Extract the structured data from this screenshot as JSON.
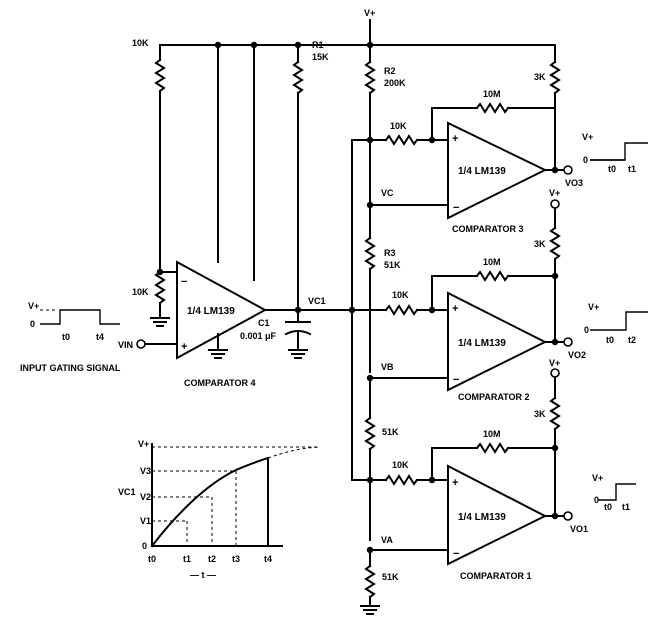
{
  "supply": {
    "vplus": "V+"
  },
  "resistors": {
    "r_10k_left": "10K",
    "r1_name": "R1",
    "r1_value": "15K",
    "r2_name": "R2",
    "r2_value": "200K",
    "r3_name": "R3",
    "r3_value": "51K",
    "r_51k_mid": "51K",
    "r_51k_bottom": "51K",
    "r_10k_ref": "10K",
    "r_10m": "10M",
    "r_3k": "3K"
  },
  "capacitor": {
    "name": "C1",
    "value": "0.001 μF"
  },
  "comparators": {
    "part": "1/4 LM139",
    "c1": "COMPARATOR 1",
    "c2": "COMPARATOR 2",
    "c3": "COMPARATOR 3",
    "c4": "COMPARATOR 4",
    "plus": "+",
    "minus": "−"
  },
  "nodes": {
    "vc": "VC",
    "vb": "VB",
    "va": "VA",
    "vc1": "VC1",
    "vin": "VIN"
  },
  "outputs": {
    "vo3": "VO3",
    "vo2": "VO2",
    "vo1": "VO1"
  },
  "input_signal": {
    "label": "INPUT GATING SIGNAL",
    "zero": "0",
    "t0": "t0",
    "t4": "t4"
  },
  "timing": {
    "zero": "0",
    "t0": "t0",
    "t1": "t1",
    "t2": "t2",
    "t3": "t3"
  },
  "graph": {
    "vplus": "V+",
    "v3": "V3",
    "v2": "V2",
    "v1": "V1",
    "zero": "0",
    "vc1": "VC1",
    "t0": "t0",
    "t1": "t1",
    "t2": "t2",
    "t3": "t3",
    "t4": "t4",
    "t_axis": "— t —"
  }
}
